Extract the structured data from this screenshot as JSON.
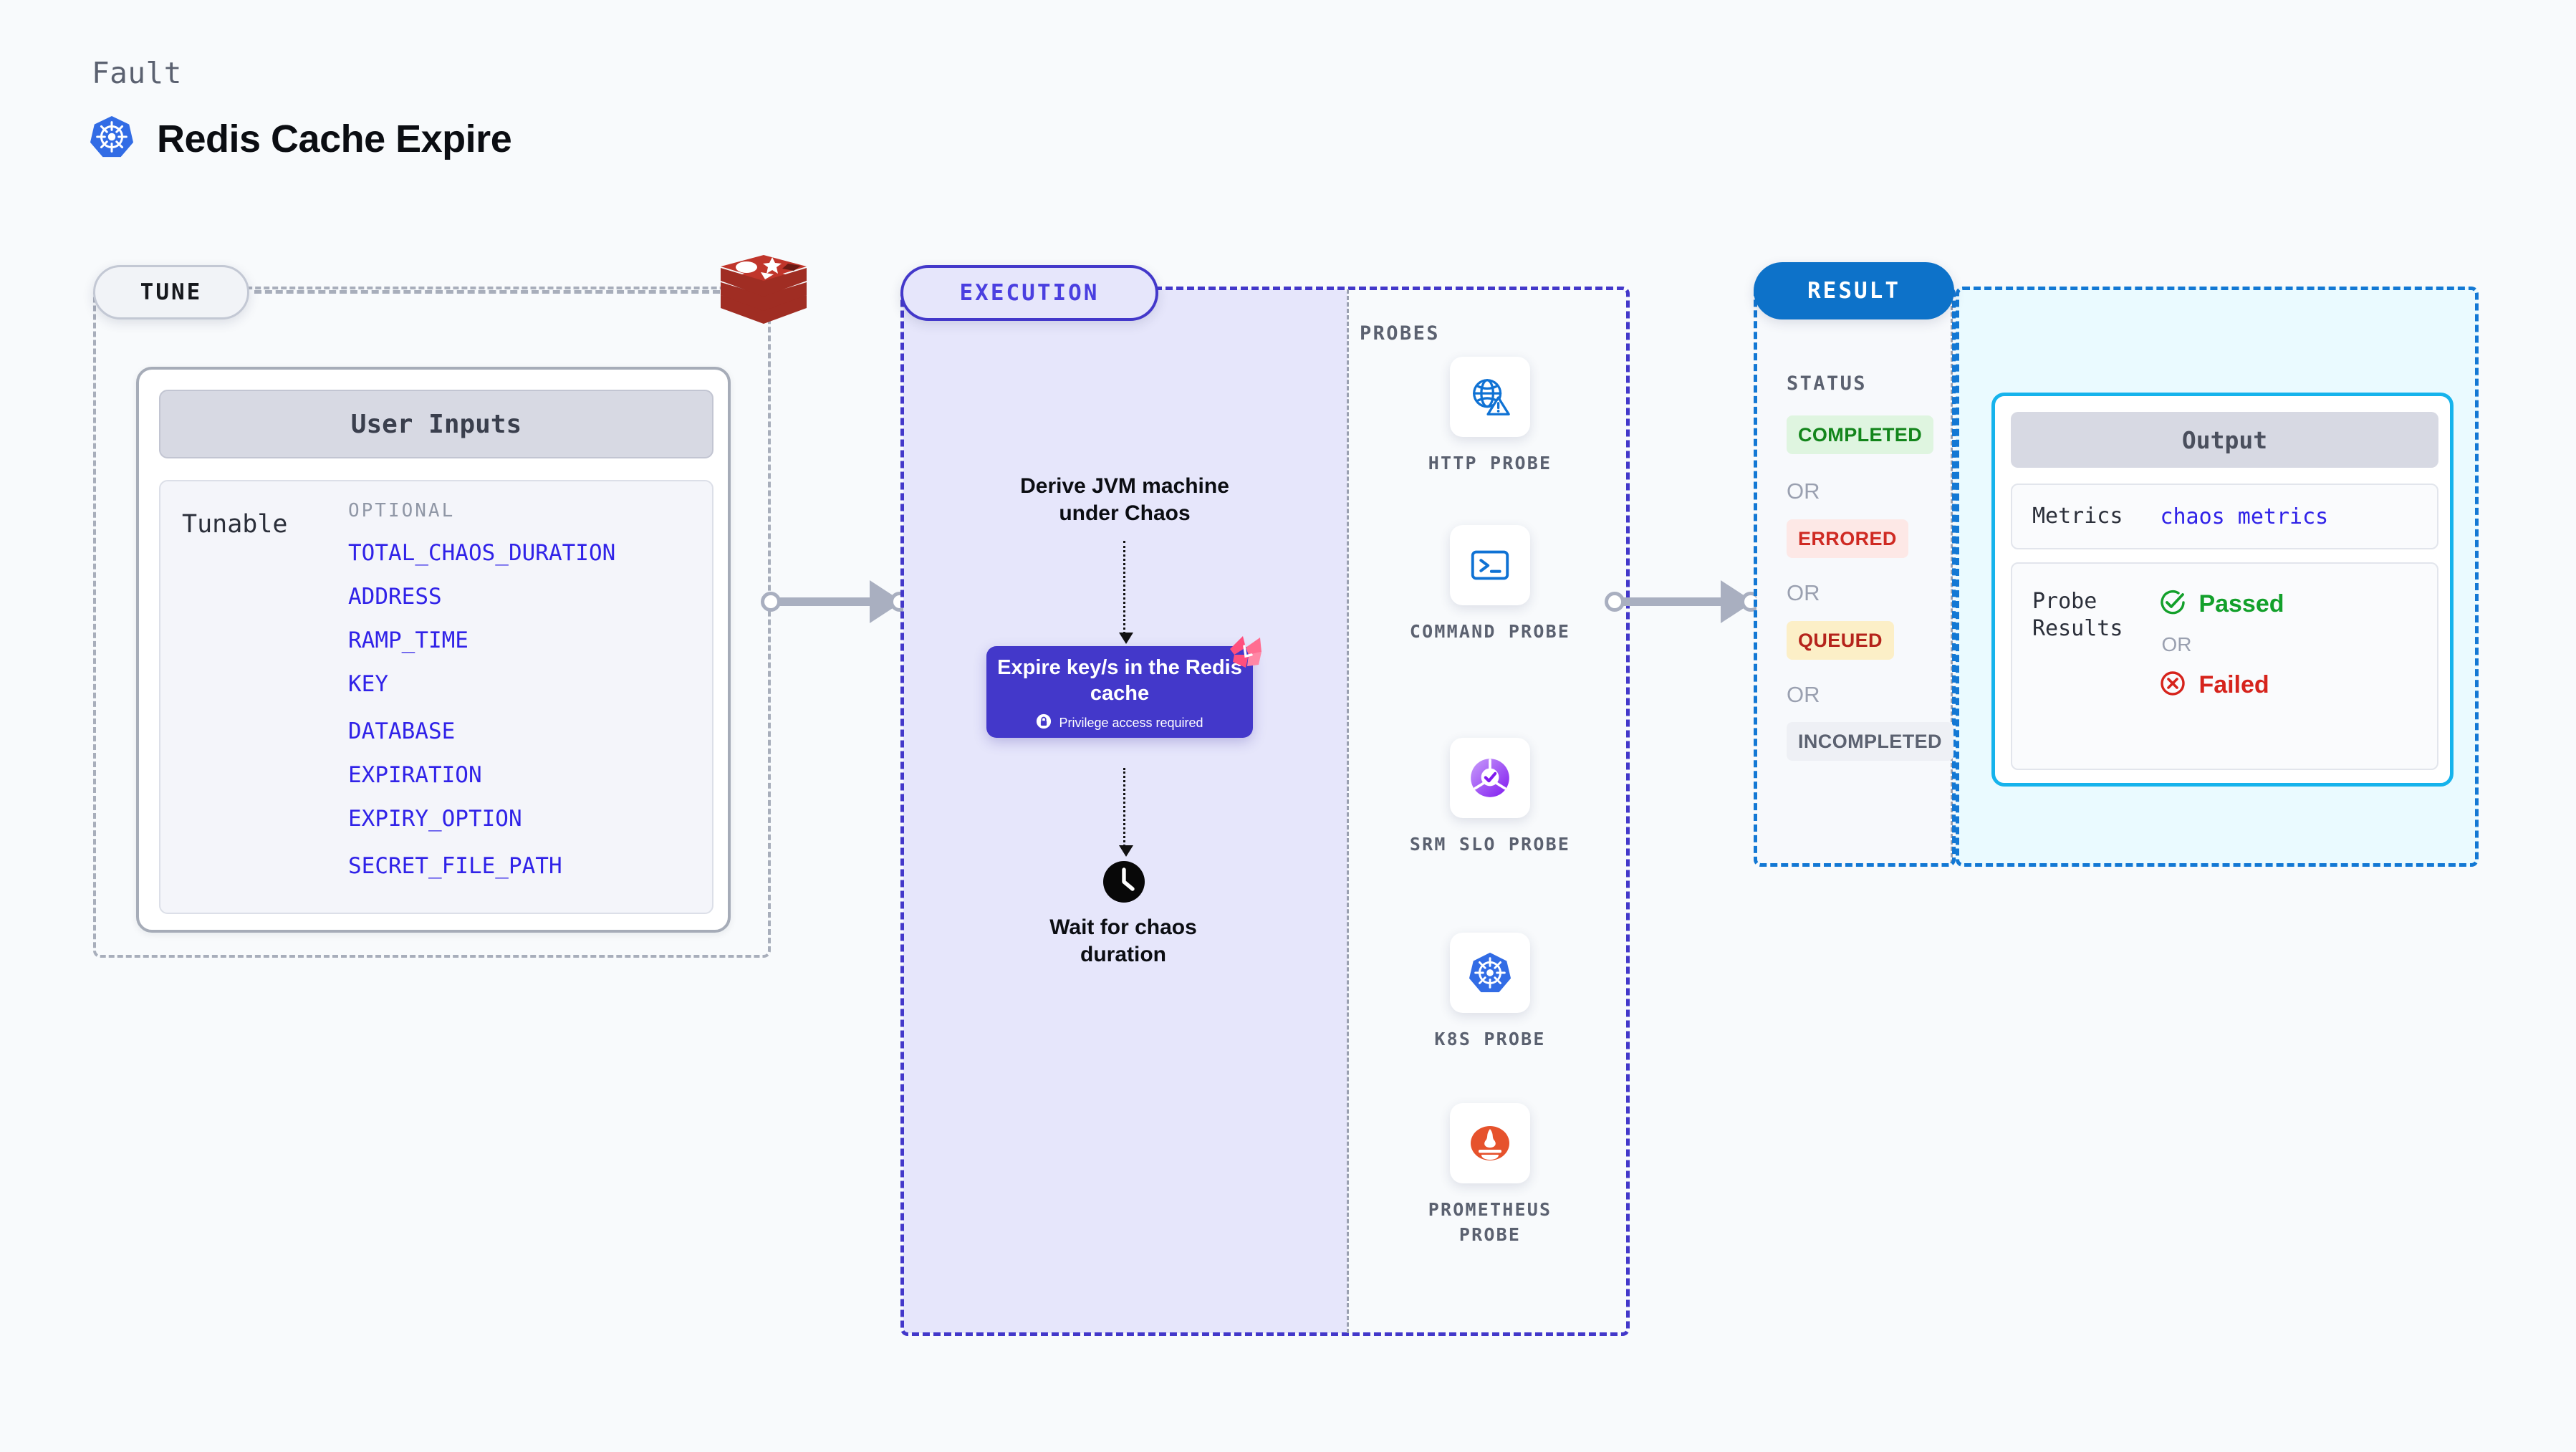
{
  "header": {
    "kicker": "Fault",
    "title": "Redis Cache Expire",
    "icon": "kubernetes-icon"
  },
  "tune": {
    "badge": "TUNE",
    "source_icon": "redis-logo",
    "card": {
      "title": "User Inputs",
      "section_label": "Tunable",
      "optional_label": "OPTIONAL",
      "params": [
        "TOTAL_CHAOS_DURATION",
        "ADDRESS",
        "RAMP_TIME",
        "KEY",
        "DATABASE",
        "EXPIRATION",
        "EXPIRY_OPTION",
        "SECRET_FILE_PATH"
      ]
    }
  },
  "execution": {
    "badge": "EXECUTION",
    "steps": {
      "derive": "Derive JVM machine under Chaos",
      "action_title": "Expire key/s in the Redis cache",
      "action_privilege": "Privilege access required",
      "wait": "Wait for chaos duration"
    },
    "probes_label": "PROBES",
    "probes": [
      {
        "label": "HTTP PROBE",
        "icon": "globe-warning-icon"
      },
      {
        "label": "COMMAND PROBE",
        "icon": "terminal-icon"
      },
      {
        "label": "SRM SLO PROBE",
        "icon": "srm-slo-icon"
      },
      {
        "label": "K8S PROBE",
        "icon": "kubernetes-icon"
      },
      {
        "label": "PROMETHEUS PROBE",
        "icon": "prometheus-icon"
      }
    ]
  },
  "result": {
    "badge": "RESULT",
    "status_label": "STATUS",
    "statuses": [
      {
        "label": "COMPLETED",
        "color": "#13851b",
        "bg": "#dff5e0"
      },
      {
        "label": "ERRORED",
        "color": "#cf2a23",
        "bg": "#fde8e6"
      },
      {
        "label": "QUEUED",
        "color": "#b5231b",
        "bg": "#fcefc7"
      },
      {
        "label": "INCOMPLETED",
        "color": "#5b6170",
        "bg": "#eef0f5"
      }
    ],
    "or": "OR",
    "output": {
      "title": "Output",
      "metrics_key": "Metrics",
      "metrics_value": "chaos metrics",
      "probe_results_key": "Probe\nResults",
      "passed": "Passed",
      "failed": "Failed",
      "or": "OR"
    }
  },
  "colors": {
    "accent_purple": "#4338ca",
    "accent_blue": "#0d72c9",
    "cyan": "#16b3ec",
    "param_blue": "#3022e8",
    "redis_red": "#c0352b",
    "litmus_pink": "#ff6d91"
  }
}
